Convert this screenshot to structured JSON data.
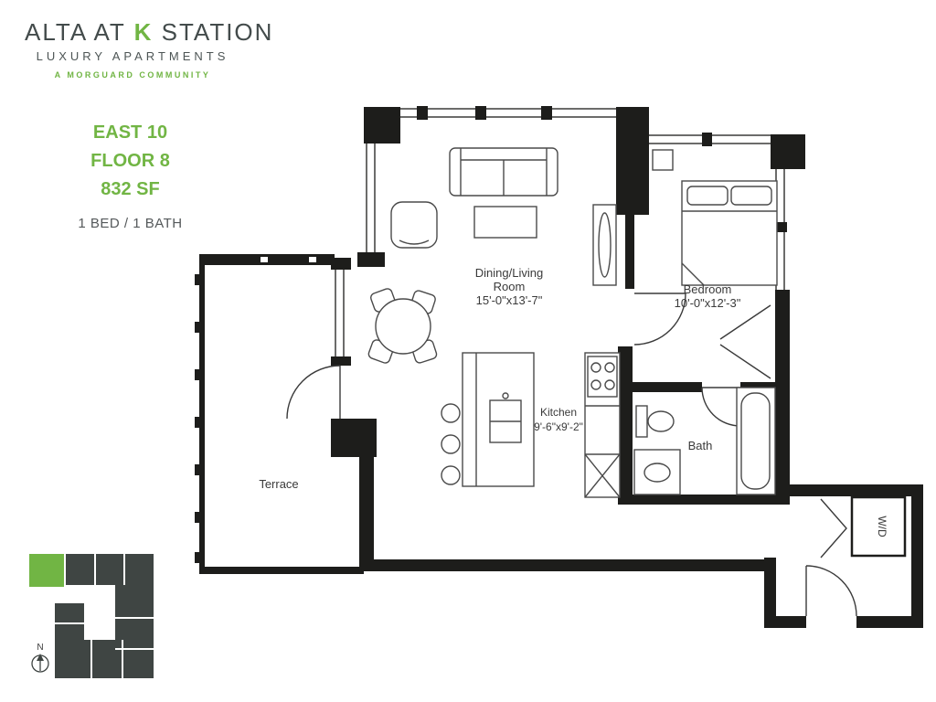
{
  "colors": {
    "accent": "#71B544",
    "wall": "#1D1D1B",
    "building": "#3F4543",
    "text": "#3A3A3A"
  },
  "brand": {
    "name_prefix": "ALTA AT",
    "name_k": "K",
    "name_suffix": "STATION",
    "tagline": "LUXURY APARTMENTS",
    "community": "A MORGUARD COMMUNITY"
  },
  "unit": {
    "name": "EAST 10",
    "floor": "FLOOR 8",
    "area": "832 SF",
    "layout": "1 BED / 1 BATH"
  },
  "rooms": {
    "living": {
      "name_line1": "Dining/Living",
      "name_line2": "Room",
      "dims": "15'-0\"x13'-7\""
    },
    "bedroom": {
      "name": "Bedroom",
      "dims": "10'-0\"x12'-3\""
    },
    "kitchen": {
      "name": "Kitchen",
      "dims": "9'-6\"x9'-2\""
    },
    "bath": {
      "name": "Bath"
    },
    "terrace": {
      "name": "Terrace"
    },
    "laundry": {
      "name": "W/D"
    }
  },
  "keyplan": {
    "north": "N"
  }
}
